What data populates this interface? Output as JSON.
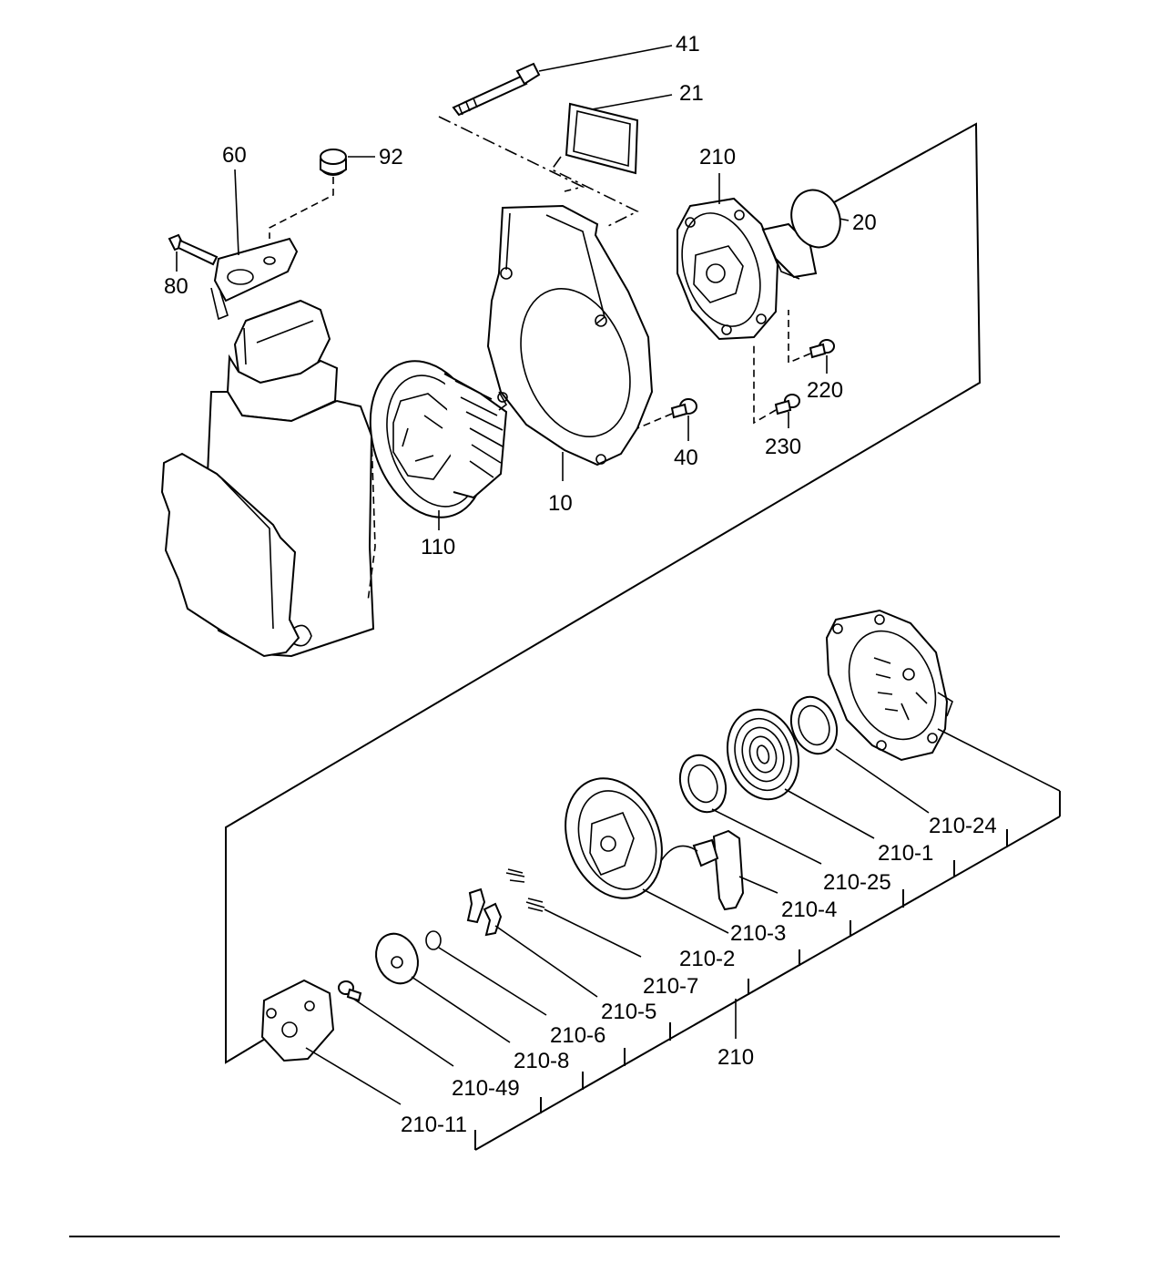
{
  "labels": {
    "p41": "41",
    "p21": "21",
    "p60": "60",
    "p92": "92",
    "p210_top": "210",
    "p20": "20",
    "p80": "80",
    "p220": "220",
    "p230": "230",
    "p40": "40",
    "p10": "10",
    "p110": "110",
    "p210_24": "210-24",
    "p210_1": "210-1",
    "p210_25": "210-25",
    "p210_4": "210-4",
    "p210_3": "210-3",
    "p210_2": "210-2",
    "p210_7": "210-7",
    "p210_5": "210-5",
    "p210_6": "210-6",
    "p210_8": "210-8",
    "p210_49": "210-49",
    "p210_11": "210-11",
    "p210_bottom": "210"
  }
}
